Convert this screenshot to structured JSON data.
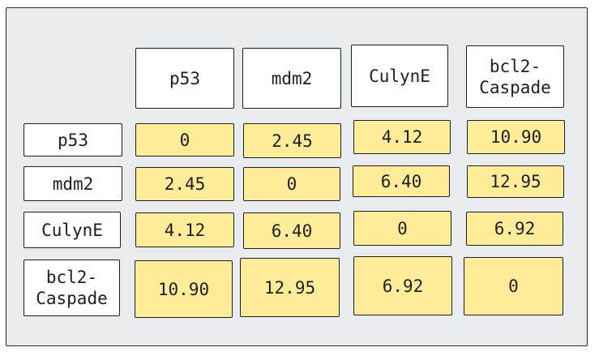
{
  "matrix": {
    "columns": [
      "p53",
      "mdm2",
      "CulynE",
      "bcl2-\nCaspade"
    ],
    "rows": [
      "p53",
      "mdm2",
      "CulynE",
      "bcl2-\nCaspade"
    ],
    "values": [
      [
        "0",
        "2.45",
        "4.12",
        "10.90"
      ],
      [
        "2.45",
        "0",
        "6.40",
        "12.95"
      ],
      [
        "4.12",
        "6.40",
        "0",
        "6.92"
      ],
      [
        "10.90",
        "12.95",
        "6.92",
        "0"
      ]
    ]
  },
  "colors": {
    "background": "#e9ecef",
    "header_fill": "#ffffff",
    "value_fill": "#ffec99",
    "stroke": "#1e1e1e"
  }
}
